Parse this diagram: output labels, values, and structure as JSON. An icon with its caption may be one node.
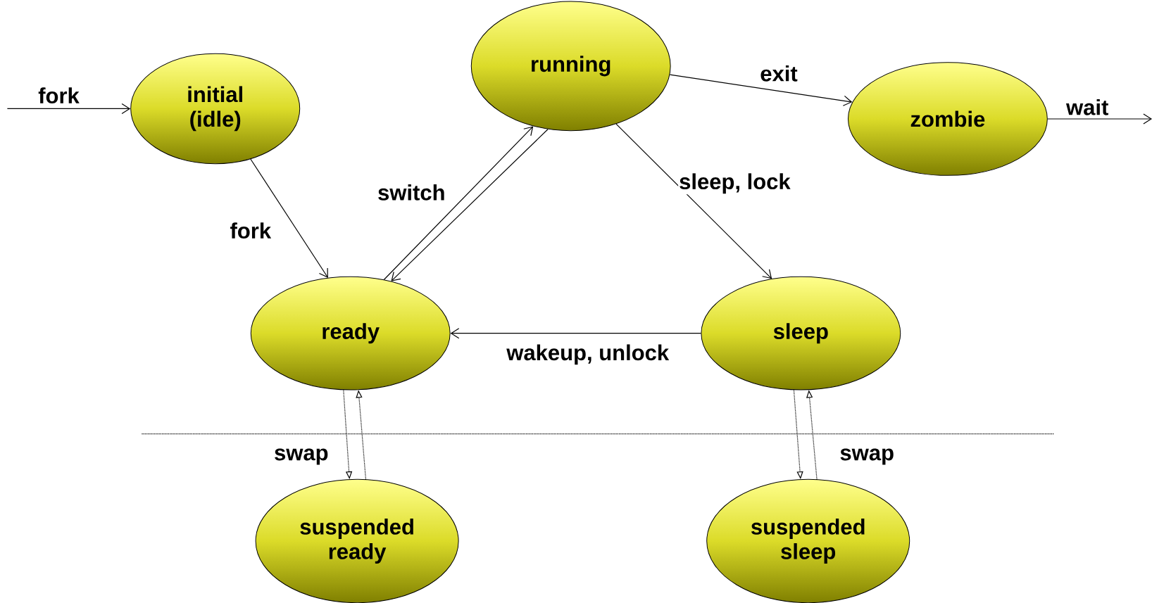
{
  "diagram": {
    "nodes": [
      {
        "text": [
          "initial (idle)"
        ]
      },
      {
        "text": [
          "running"
        ]
      },
      {
        "text": [
          "zombie"
        ]
      },
      {
        "text": [
          "ready"
        ]
      },
      {
        "text": [
          "sleep"
        ]
      },
      {
        "text": [
          "suspended ready"
        ]
      },
      {
        "text": [
          "suspended sleep"
        ]
      }
    ],
    "edges": [
      {
        "from": null,
        "to": 0,
        "arrow": "to",
        "label": "fork"
      },
      {
        "from": 0,
        "to": 3,
        "arrow": "to",
        "label": "fork"
      },
      {
        "from": 3,
        "to": 1,
        "arrow": "to",
        "label": "switch"
      },
      {
        "from": 1,
        "to": 3,
        "arrow": "to"
      },
      {
        "from": 1,
        "to": 2,
        "arrow": "to",
        "label": "exit"
      },
      {
        "from": 1,
        "to": 4,
        "arrow": "to",
        "label": "sleep, lock"
      },
      {
        "from": 4,
        "to": 3,
        "arrow": "to",
        "label": "wakeup, unlock"
      },
      {
        "from": 2,
        "to": null,
        "arrow": "to",
        "label": "wait"
      },
      {
        "from": 3,
        "to": 5,
        "arrow": "to",
        "style": "dashed",
        "label": "swap"
      },
      {
        "from": 5,
        "to": 3,
        "arrow": "to",
        "style": "dashed"
      },
      {
        "from": 4,
        "to": 6,
        "arrow": "to",
        "style": "dashed"
      },
      {
        "from": 6,
        "to": 4,
        "arrow": "to",
        "style": "dashed",
        "label": "swap"
      }
    ]
  }
}
